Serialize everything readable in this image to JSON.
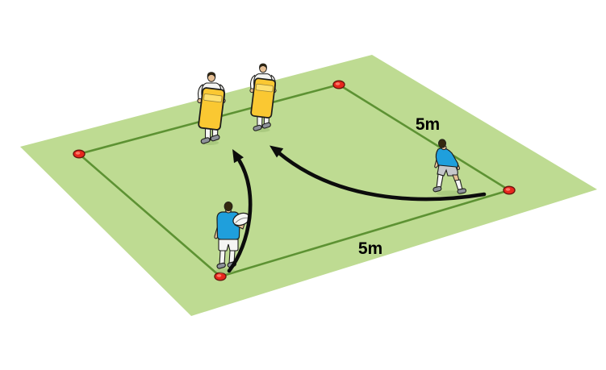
{
  "labels": {
    "distance_top_right": "5m",
    "distance_bottom": "5m"
  },
  "colors": {
    "background": "#ffffff",
    "field": "#bedb92",
    "boundary_line": "#5d9233",
    "cone_red": "#e8261d",
    "cone_outline": "#6b150e",
    "cone_highlight": "#ff8a76",
    "shield_yellow": "#fac832",
    "shield_band": "#fde06e",
    "shirt_blue": "#1f9fdc",
    "shorts_gray": "#c6c8ca",
    "kit_white": "#f5f5f3",
    "skin": "#e6bf94",
    "hair_dark": "#35290f",
    "shoe_gray": "#8e929a",
    "outline_dark": "#1d1d1b",
    "arrow_black": "#0c0c0c",
    "label_text": "#000000",
    "shadow_green": "#96b96e"
  },
  "scene": {
    "description_counts": {
      "cones": 4,
      "players": 4,
      "arrows": 2
    },
    "players": [
      {
        "id": "shield-holder-left",
        "kit": "white",
        "equipment": "tackle-shield"
      },
      {
        "id": "shield-holder-right",
        "kit": "white",
        "equipment": "tackle-shield"
      },
      {
        "id": "ball-carrier",
        "kit": "blue",
        "equipment": "rugby-ball"
      },
      {
        "id": "defender-right",
        "kit": "blue",
        "equipment": ""
      }
    ]
  }
}
